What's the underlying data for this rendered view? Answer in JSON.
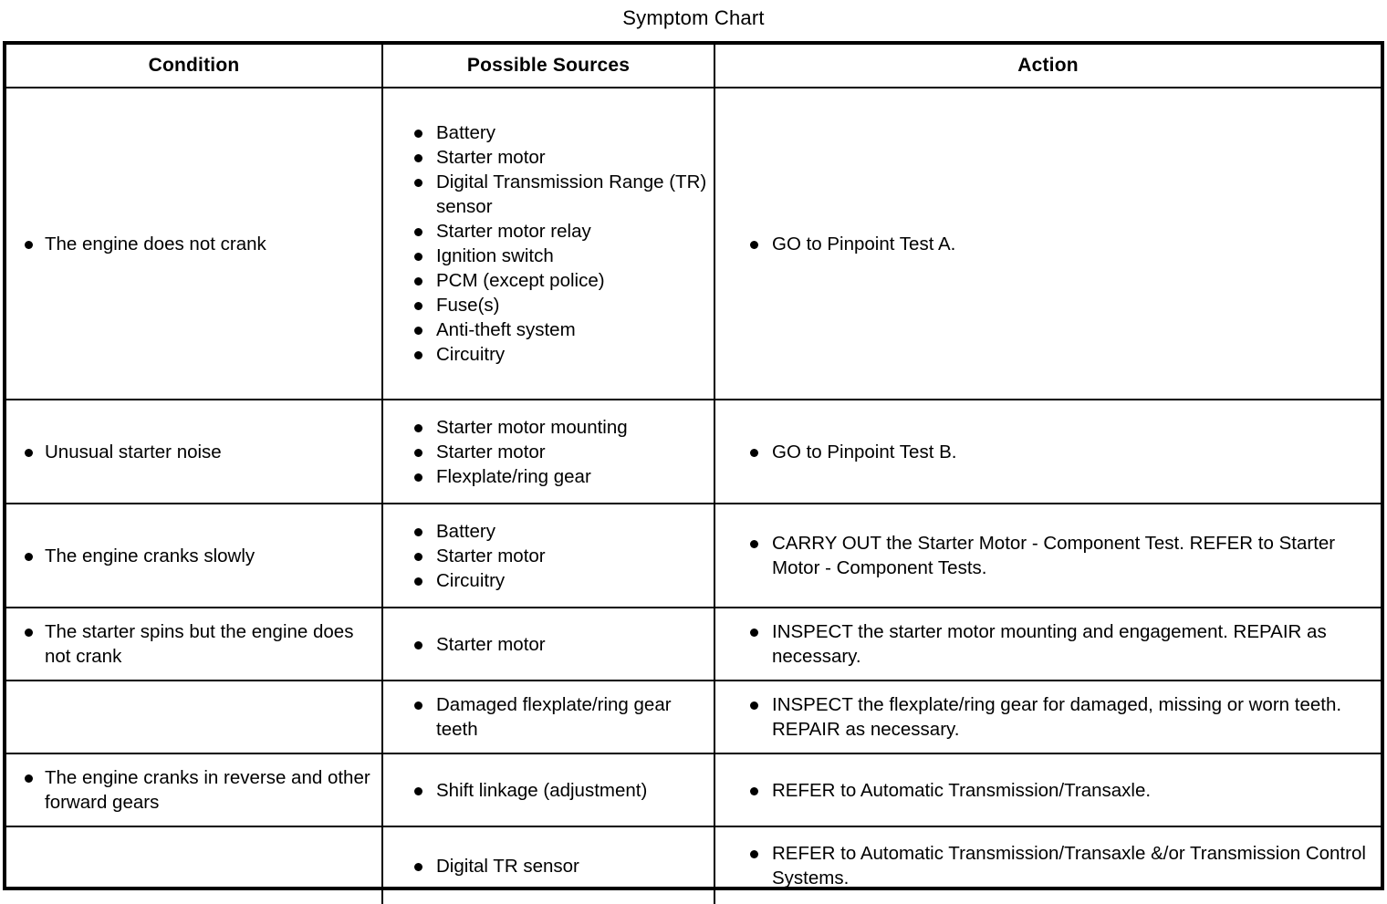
{
  "title": "Symptom Chart",
  "table": {
    "headers": [
      "Condition",
      "Possible Sources",
      "Action"
    ],
    "rows": [
      {
        "condition": [
          "The engine does not crank"
        ],
        "sources": [
          "Battery",
          "Starter motor",
          "Digital Transmission Range (TR) sensor",
          "Starter motor relay",
          "Ignition switch",
          "PCM (except police)",
          "Fuse(s)",
          "Anti-theft system",
          "Circuitry"
        ],
        "action": [
          "GO to Pinpoint Test A."
        ]
      },
      {
        "condition": [
          "Unusual starter noise"
        ],
        "sources": [
          "Starter motor mounting",
          "Starter motor",
          "Flexplate/ring gear"
        ],
        "action": [
          "GO to Pinpoint Test B."
        ]
      },
      {
        "condition": [
          "The engine cranks slowly"
        ],
        "sources": [
          "Battery",
          "Starter motor",
          "Circuitry"
        ],
        "action": [
          "CARRY OUT the Starter Motor - Component Test. REFER to Starter Motor - Component Tests."
        ]
      },
      {
        "condition": [
          "The starter spins but the engine does not crank"
        ],
        "sources": [
          "Starter motor"
        ],
        "action": [
          "INSPECT the starter motor mounting and engagement. REPAIR as necessary."
        ]
      },
      {
        "condition": [],
        "sources": [
          "Damaged flexplate/ring gear teeth"
        ],
        "action": [
          "INSPECT the flexplate/ring gear for damaged, missing or worn teeth. REPAIR as necessary."
        ]
      },
      {
        "condition": [
          "The engine cranks in reverse and other forward gears"
        ],
        "sources": [
          "Shift linkage (adjustment)"
        ],
        "action": [
          "REFER to Automatic Transmission/Transaxle."
        ]
      },
      {
        "condition": [],
        "sources": [
          "Digital TR sensor"
        ],
        "action": [
          "REFER to Automatic Transmission/Transaxle &/or Transmission Control Systems."
        ]
      }
    ]
  }
}
